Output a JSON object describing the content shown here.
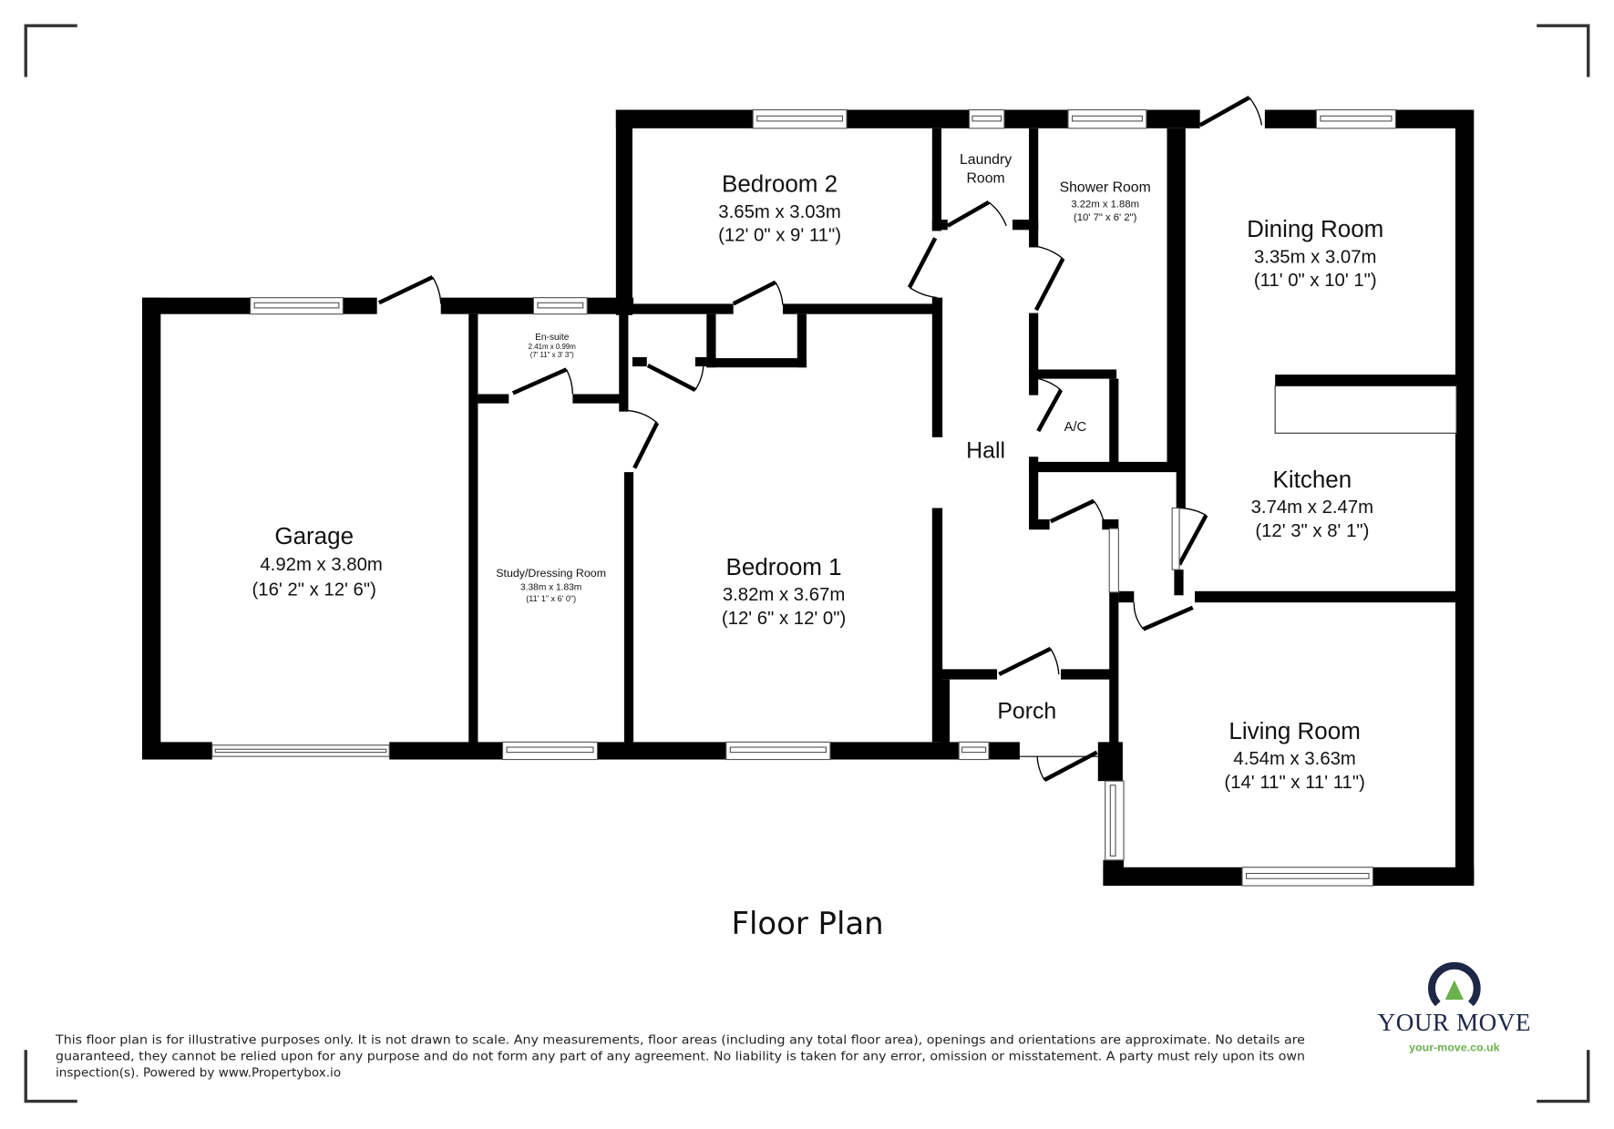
{
  "plan": {
    "title": "Floor Plan",
    "rooms": [
      {
        "id": "garage",
        "name": "Garage",
        "metric": "4.92m x 3.80m",
        "imperial": "(16' 2\" x 12' 6\")"
      },
      {
        "id": "ensuite",
        "name": "En-suite",
        "metric": "2.41m x 0.99m",
        "imperial": "(7' 11\" x 3' 3\")"
      },
      {
        "id": "study",
        "name": "Study/Dressing Room",
        "metric": "3.38m x 1.83m",
        "imperial": "(11' 1\" x 6' 0\")"
      },
      {
        "id": "bedroom2",
        "name": "Bedroom 2",
        "metric": "3.65m x 3.03m",
        "imperial": "(12' 0\" x 9' 11\")"
      },
      {
        "id": "bedroom1",
        "name": "Bedroom 1",
        "metric": "3.82m x 3.67m",
        "imperial": "(12' 6\" x 12' 0\")"
      },
      {
        "id": "laundry",
        "name_line1": "Laundry",
        "name_line2": "Room"
      },
      {
        "id": "shower",
        "name": "Shower Room",
        "metric": "3.22m x 1.88m",
        "imperial": "(10' 7\" x 6' 2\")"
      },
      {
        "id": "hall",
        "name": "Hall"
      },
      {
        "id": "ac",
        "name": "A/C"
      },
      {
        "id": "porch",
        "name": "Porch"
      },
      {
        "id": "dining",
        "name": "Dining Room",
        "metric": "3.35m x 3.07m",
        "imperial": "(11' 0\" x 10' 1\")"
      },
      {
        "id": "kitchen",
        "name": "Kitchen",
        "metric": "3.74m x 2.47m",
        "imperial": "(12' 3\" x 8' 1\")"
      },
      {
        "id": "living",
        "name": "Living Room",
        "metric": "4.54m x 3.63m",
        "imperial": "(14' 11\" x 11' 11\")"
      }
    ]
  },
  "disclaimer": {
    "line1": "This floor plan is for illustrative purposes only. It is not drawn to scale. Any measurements, floor areas (including any total floor area), openings and orientations are approximate. No details are",
    "line2": "guaranteed, they cannot be relied upon for any purpose and do not form any part of any agreement. No liability is taken for any error, omission or misstatement. A party must rely upon its own",
    "line3": "inspection(s). Powered by www.Propertybox.io"
  },
  "brand": {
    "name": "YOUR MOVE",
    "url": "your-move.co.uk",
    "colors": {
      "navy": "#1f2747",
      "green": "#6ab04c"
    }
  }
}
